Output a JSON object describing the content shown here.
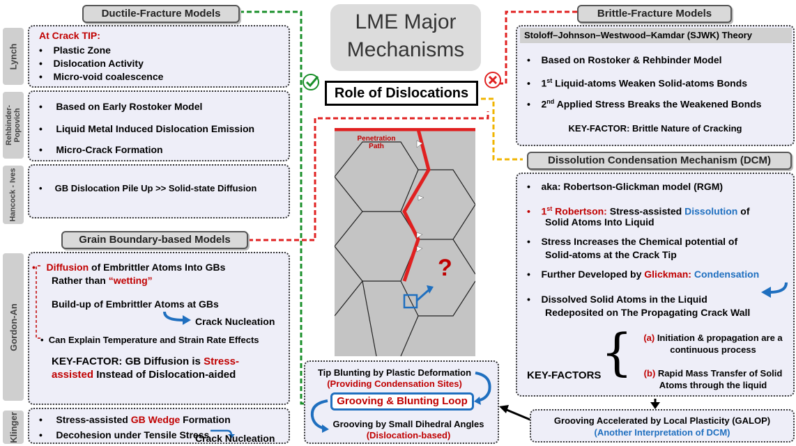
{
  "title": "LME Major Mechanisms",
  "role": "Role of Dislocations",
  "ductile": {
    "header": "Ductile-Fracture Models",
    "lynch": {
      "label": "Lynch",
      "heading": "At Crack TIP:",
      "items": [
        "Plastic Zone",
        "Dislocation Activity",
        "Micro-void coalescence"
      ]
    },
    "rp": {
      "label": "Rehbinder-Popovich",
      "items": [
        "Based on Early Rostoker Model",
        "Liquid Metal Induced Dislocation Emission",
        "Micro-Crack Formation"
      ]
    },
    "hi": {
      "label": "Hancock - Ives",
      "items": [
        "GB Dislocation Pile Up >> Solid-state Diffusion"
      ]
    }
  },
  "gb": {
    "header": "Grain Boundary-based Models",
    "gordon": {
      "label": "Gordon-An",
      "l1_red": "Diffusion",
      "l1_rest": " of Embrittler Atoms Into GBs",
      "l2_a": "Rather than ",
      "l2_red": "“wetting”",
      "l3": "Build-up of Embrittler Atoms at GBs",
      "l4": "Crack Nucleation",
      "l5": "Can Explain Temperature and Strain Rate Effects",
      "k1": "KEY-FACTOR:  GB Diffusion is ",
      "k1_red": "Stress-",
      "k2_red": "assisted",
      "k2_rest": " Instead of Dislocation-aided"
    },
    "klinger": {
      "label": "Klinger",
      "l1_a": "Stress-assisted ",
      "l1_red": "GB Wedge",
      "l1_b": " Formation",
      "l2": "Decohesion under Tensile Stress",
      "l3": "Crack Nucleation"
    }
  },
  "brittle": {
    "header": "Brittle-Fracture Models",
    "sjwk": "Stoloff–Johnson–Westwood–Kamdar  (SJWK) Theory",
    "b1": "Based on Rostoker & Rehbinder Model",
    "b2_sup": "st",
    "b2": "1",
    "b2_rest": " Liquid-atoms Weaken Solid-atoms Bonds",
    "b3": "2",
    "b3_sup": "nd",
    "b3_rest": " Applied Stress Breaks the Weakened Bonds",
    "key": "KEY-FACTOR: Brittle Nature of Cracking"
  },
  "dcm": {
    "header": "Dissolution Condensation Mechanism (DCM)",
    "aka": "aka: Robertson-Glickman model (RGM)",
    "r1": "1",
    "r1_sup": "st",
    "r1_red": " Robertson:",
    "r1_b": " Stress-assisted ",
    "r1_blue": "Dissolution",
    "r1_c": " of",
    "r2": "Solid Atoms Into Liquid",
    "s1": "Stress Increases the Chemical potential of",
    "s2": "Solid-atoms at the Crack Tip",
    "f1": "Further Developed by ",
    "f_red": "Glickman:",
    "f_blue": " Condensation",
    "d1": "Dissolved Solid Atoms in the Liquid",
    "d2": "Redeposited on The Propagating Crack Wall",
    "kf": "KEY-FACTORS",
    "a_lab": "(a)",
    "a1": " Initiation & propagation are a",
    "a2": "continuous process",
    "b_lab": "(b)",
    "b1": " Rapid Mass Transfer of Solid",
    "b2": "Atoms through the liquid"
  },
  "galop": {
    "l1": "Grooving Accelerated by Local Plasticity (GALOP)",
    "l2": "(Another Interpretation of DCM)"
  },
  "loop": {
    "tip": "Tip Blunting by Plastic Deformation",
    "tip_sub": "(Providing Condensation Sites)",
    "center": "Grooving & Blunting Loop",
    "groove": "Grooving by Small Dihedral Angles",
    "groove_sub": "(Dislocation-based)"
  },
  "micro": {
    "pen1": "Penetration",
    "pen2": "Path",
    "question": "?"
  },
  "colors": {
    "ductile_line": "#1a8f2a",
    "brittle_line": "#e02020",
    "dcm_line": "#f0b400",
    "accent_red": "#c00000",
    "accent_blue": "#1f6fbf"
  }
}
